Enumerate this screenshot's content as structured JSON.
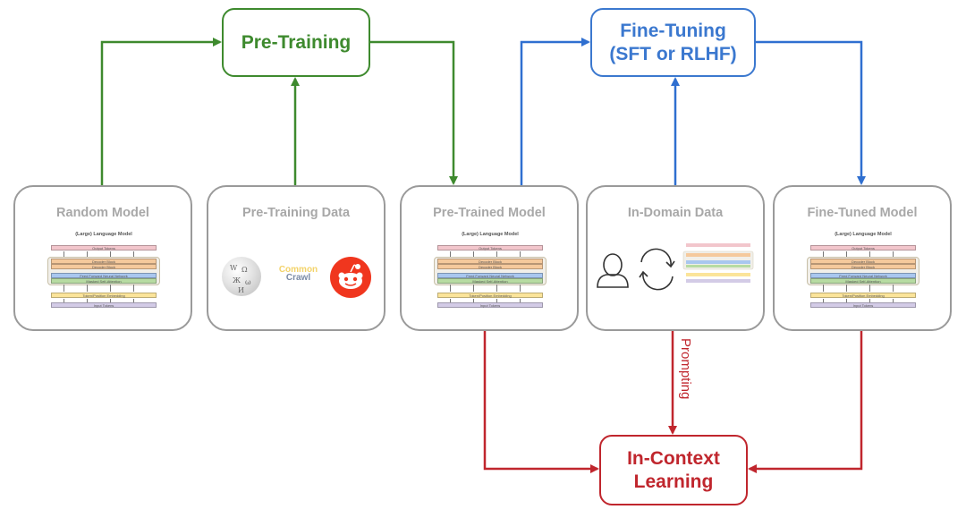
{
  "colors": {
    "pretraining": "#3e8a2e",
    "finetuning": "#3b78cf",
    "incontext": "#c0262d",
    "card_border": "#9a9a9a",
    "card_title": "#a8a8a8"
  },
  "stages": {
    "pretraining": {
      "label": "Pre-Training"
    },
    "finetuning": {
      "line1": "Fine-Tuning",
      "line2": "(SFT or RLHF)"
    },
    "incontext": {
      "line1": "In-Context",
      "line2": "Learning"
    }
  },
  "cards": [
    {
      "id": "random-model",
      "title": "Random Model",
      "content": "llm"
    },
    {
      "id": "pretraining-data",
      "title": "Pre-Training Data",
      "content": "data-sources"
    },
    {
      "id": "pretrained-model",
      "title": "Pre-Trained Model",
      "content": "llm"
    },
    {
      "id": "in-domain-data",
      "title": "In-Domain Data",
      "content": "human-feedback"
    },
    {
      "id": "finetuned-model",
      "title": "Fine-Tuned Model",
      "content": "llm"
    }
  ],
  "llm_diagram": {
    "caption": "(Large) Language Model",
    "output": "Output Tokens",
    "decoder1": "Decoder Block",
    "decoder2": "Decoder Block",
    "feed_forward": "Feed Forward Neural Network",
    "attention": "Masked Self-Attention",
    "embedding": "Token/Position Embedding",
    "input": "Input Tokens"
  },
  "data_sources": {
    "wikipedia_icon": "wikipedia-globe-icon",
    "common_crawl_line1": "Common",
    "common_crawl_line2": "Crawl",
    "reddit_icon": "reddit-alien-icon"
  },
  "edges": [
    {
      "from": "random-model",
      "to": "pretraining",
      "color": "pretraining"
    },
    {
      "from": "pretraining-data",
      "to": "pretraining",
      "color": "pretraining"
    },
    {
      "from": "pretraining",
      "to": "pretrained-model",
      "color": "pretraining"
    },
    {
      "from": "pretrained-model",
      "to": "finetuning",
      "color": "finetuning"
    },
    {
      "from": "in-domain-data",
      "to": "finetuning",
      "color": "finetuning"
    },
    {
      "from": "finetuning",
      "to": "finetuned-model",
      "color": "finetuning"
    },
    {
      "from": "pretrained-model",
      "to": "incontext",
      "color": "incontext"
    },
    {
      "from": "in-domain-data",
      "to": "incontext",
      "color": "incontext",
      "label": "Prompting"
    },
    {
      "from": "finetuned-model",
      "to": "incontext",
      "color": "incontext"
    }
  ]
}
